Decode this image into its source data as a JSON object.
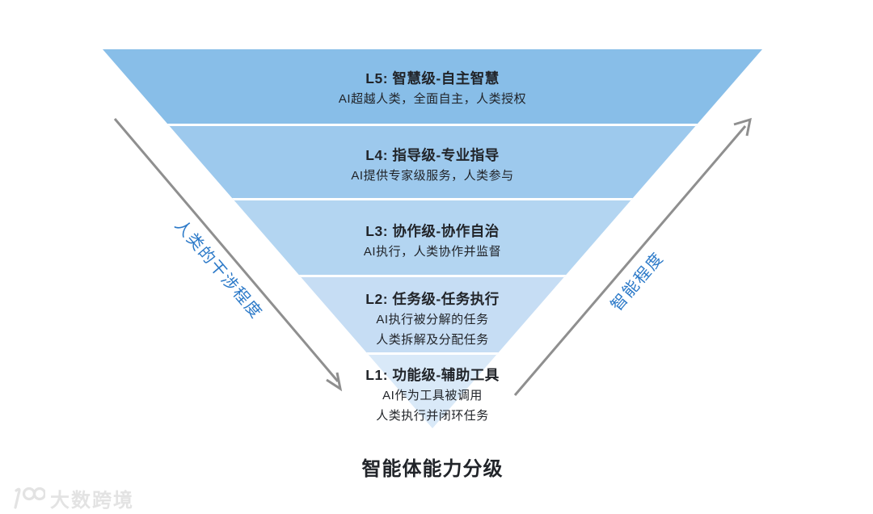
{
  "diagram": {
    "title": "智能体能力分级",
    "left_axis_label": "人类的干涉程度",
    "right_axis_label": "智能程度",
    "colors": {
      "axis_label": "#2B79C8",
      "arrow": "#8F8F8F",
      "text": "#212429",
      "watermark": "#E3E3E3"
    },
    "levels": [
      {
        "id": "L5",
        "title": "L5: 智慧级-自主智慧",
        "desc": [
          "AI超越人类，全面自主，人类授权"
        ],
        "color": "#88BEE8"
      },
      {
        "id": "L4",
        "title": "L4: 指导级-专业指导",
        "desc": [
          "AI提供专家级服务，人类参与"
        ],
        "color": "#9DC9ED"
      },
      {
        "id": "L3",
        "title": "L3: 协作级-协作自治",
        "desc": [
          "AI执行，人类协作并监督"
        ],
        "color": "#B3D5F1"
      },
      {
        "id": "L2",
        "title": "L2: 任务级-任务执行",
        "desc": [
          "AI执行被分解的任务",
          "人类拆解及分配任务"
        ],
        "color": "#C6DDF4"
      },
      {
        "id": "L1",
        "title": "L1: 功能级-辅助工具",
        "desc": [
          "AI作为工具被调用",
          "人类执行并闭环任务"
        ],
        "color": "#D9E9F8"
      }
    ]
  },
  "watermark": {
    "icon": "dashu-100-logo-icon",
    "text": "大数跨境"
  }
}
